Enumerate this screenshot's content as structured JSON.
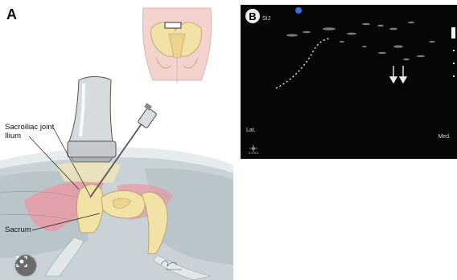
{
  "panel_a": {
    "letter": "A",
    "labels": {
      "sacroiliac_joint": "Sacroiliac joint",
      "ilium": "Ilium",
      "sacrum": "Sacrum"
    },
    "lens_button_icon": "image-search-icon"
  },
  "panel_b": {
    "letter": "B",
    "tag": "SIJ",
    "lateral": "Lat.",
    "medial": "Med.",
    "scale_text": "2.0  5.0"
  },
  "colors": {
    "skin": "#f4d3cf",
    "bone": "#f2e2a6",
    "inflamed": "#e79aa6",
    "tissue": "#c9d3d7",
    "ultrasound_bg": "#060606"
  }
}
